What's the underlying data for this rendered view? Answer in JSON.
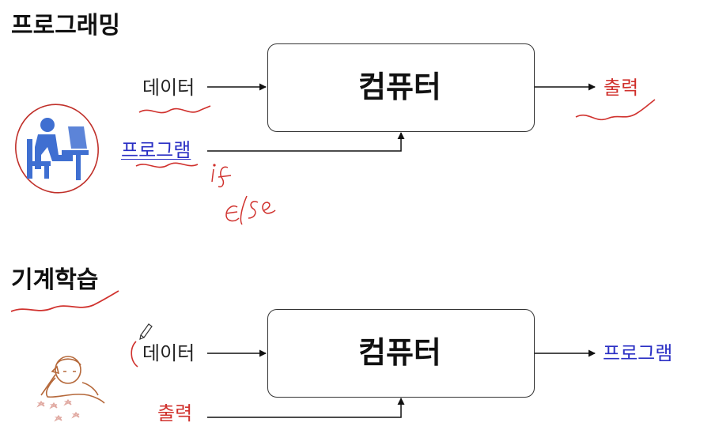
{
  "sections": [
    {
      "title": "프로그래밍",
      "input_data": "데이터",
      "input_program": "프로그램",
      "box_label": "컴퓨터",
      "output": "출력"
    },
    {
      "title": "기계학습",
      "input_data": "데이터",
      "input_output": "출력",
      "box_label": "컴퓨터",
      "output": "프로그램"
    }
  ],
  "colors": {
    "red": "#d0312d",
    "blue": "#2a2fc4",
    "icon_blue": "#3f6fd1",
    "sketch_brown": "#b5683a",
    "ink": "#222222"
  },
  "icons": [
    "person-at-computer-icon",
    "person-writing-icon",
    "pencil-cursor-icon"
  ],
  "handwriting": [
    "if",
    "else"
  ]
}
